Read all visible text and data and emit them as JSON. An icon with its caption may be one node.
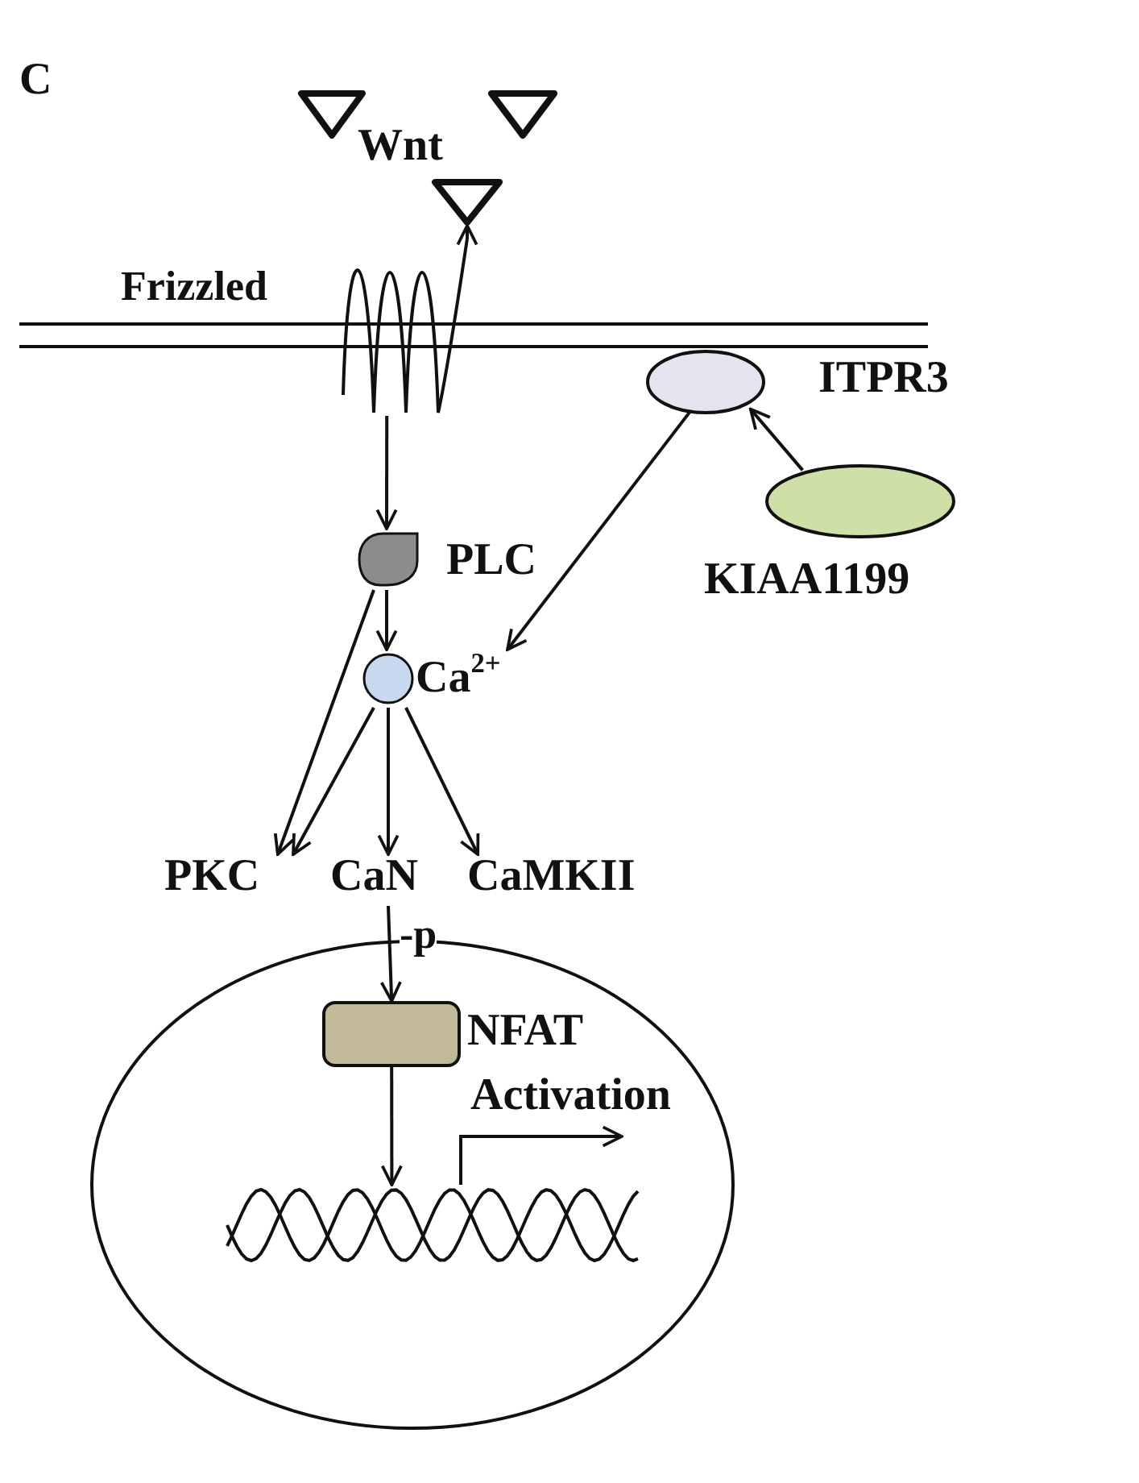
{
  "diagram": {
    "nodes": [
      {
        "text": [],
        "shape": "triangle"
      },
      {
        "text": [],
        "shape": "triangle"
      },
      {
        "text": [],
        "shape": "triangle"
      },
      {
        "text": [
          "Frizzled"
        ]
      },
      {
        "text": [
          "ITPR3"
        ]
      },
      {
        "text": [
          "KIAA1199"
        ]
      },
      {
        "text": [
          "PLC"
        ]
      },
      {
        "text": [
          "Ca$^{2+}$"
        ]
      },
      {
        "text": [
          "PKC"
        ]
      },
      {
        "text": [
          "CaN"
        ]
      },
      {
        "text": [
          "CaMKII"
        ]
      },
      {
        "text": [],
        "shape": "ellipse"
      },
      {
        "text": [
          "NFAT"
        ],
        "in": 11
      },
      {
        "text": [],
        "shape": "picture",
        "in": 11
      }
    ],
    "edges": [
      {
        "from": 3,
        "to": 2,
        "arrow": "to"
      },
      {
        "from": 3,
        "to": 6,
        "arrow": "to"
      },
      {
        "from": 6,
        "to": 7,
        "arrow": "to"
      },
      {
        "from": 5,
        "to": 4,
        "arrow": "to"
      },
      {
        "from": 4,
        "to": 7,
        "arrow": "to"
      },
      {
        "from": 6,
        "to": 8,
        "arrow": "to"
      },
      {
        "from": 7,
        "to": 8,
        "arrow": "to"
      },
      {
        "from": 7,
        "to": 9,
        "arrow": "to"
      },
      {
        "from": 7,
        "to": 10,
        "arrow": "to"
      },
      {
        "from": 9,
        "to": 12,
        "arrow": "to",
        "label": "-p"
      },
      {
        "from": 12,
        "to": 13,
        "arrow": "to"
      },
      {
        "from": 13,
        "to": null,
        "arrow": "to",
        "label": "Activation"
      }
    ],
    "labels": [
      "C",
      "Wnt"
    ]
  }
}
